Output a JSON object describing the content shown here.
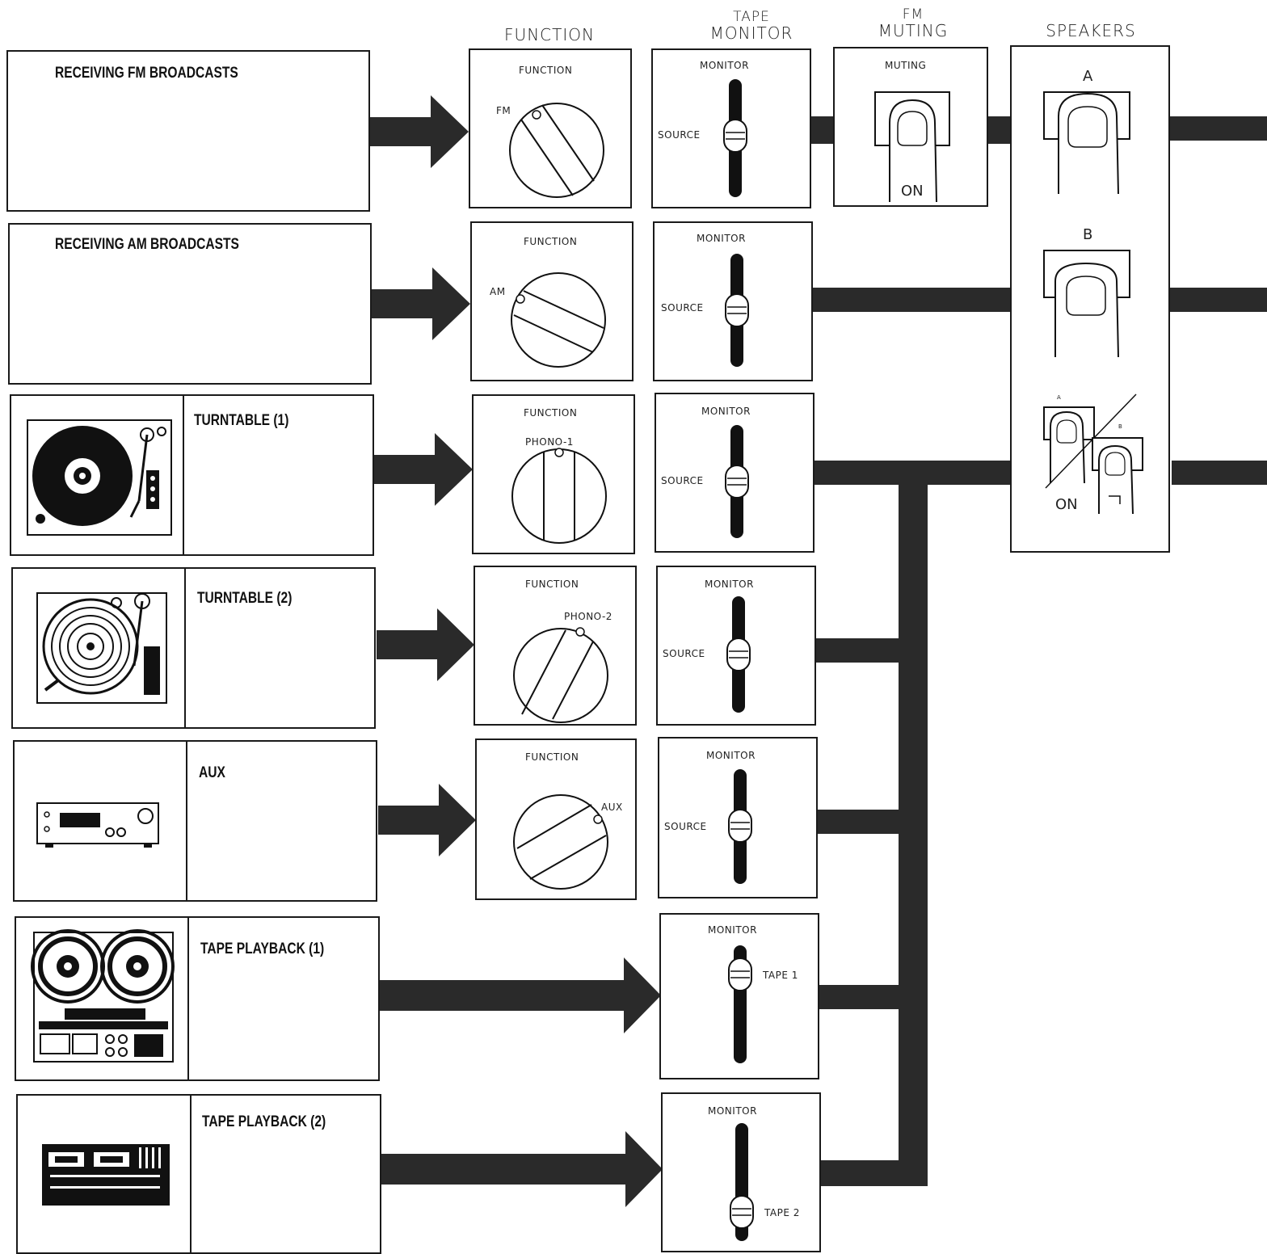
{
  "headers": {
    "function": "FUNCTION",
    "tape_monitor_1": "TAPE",
    "tape_monitor_2": "MONITOR",
    "fm_muting_1": "FM",
    "fm_muting_2": "MUTING",
    "speakers": "SPEAKERS"
  },
  "sources": [
    {
      "title": "RECEIVING FM BROADCASTS",
      "device_icon": ""
    },
    {
      "title": "RECEIVING AM BROADCASTS",
      "device_icon": ""
    },
    {
      "title": "TURNTABLE (1)",
      "device_icon": "turntable-icon"
    },
    {
      "title": "TURNTABLE (2)",
      "device_icon": "turntable-icon"
    },
    {
      "title": "AUX",
      "device_icon": "amplifier-icon"
    },
    {
      "title": "TAPE PLAYBACK (1)",
      "device_icon": "reel-to-reel-icon"
    },
    {
      "title": "TAPE PLAYBACK (2)",
      "device_icon": "cassette-deck-icon"
    }
  ],
  "function_knobs": [
    {
      "label": "FUNCTION",
      "position": "FM"
    },
    {
      "label": "FUNCTION",
      "position": "AM"
    },
    {
      "label": "FUNCTION",
      "position": "PHONO-1"
    },
    {
      "label": "FUNCTION",
      "position": "PHONO-2"
    },
    {
      "label": "FUNCTION",
      "position": "AUX"
    }
  ],
  "monitor_switches": [
    {
      "label": "MONITOR",
      "position": "SOURCE"
    },
    {
      "label": "MONITOR",
      "position": "SOURCE"
    },
    {
      "label": "MONITOR",
      "position": "SOURCE"
    },
    {
      "label": "MONITOR",
      "position": "SOURCE"
    },
    {
      "label": "MONITOR",
      "position": "SOURCE"
    },
    {
      "label": "MONITOR",
      "position": "TAPE 1"
    },
    {
      "label": "MONITOR",
      "position": "TAPE 2"
    }
  ],
  "muting": {
    "label": "MUTING",
    "state": "ON"
  },
  "speakers": {
    "a": "A",
    "b": "B",
    "both_small_a": "A",
    "both_small_b": "B",
    "both_state": "ON"
  }
}
